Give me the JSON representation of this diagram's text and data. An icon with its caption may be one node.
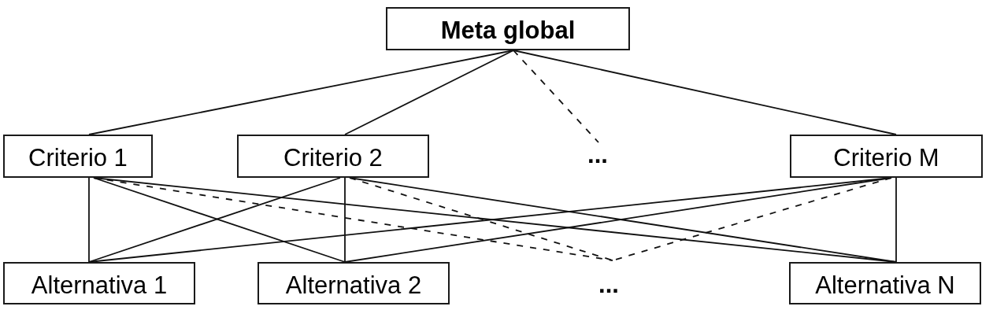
{
  "diagram": {
    "nodes": [
      {
        "text": [
          "Meta global"
        ]
      },
      {
        "text": [
          "Criterio 1"
        ]
      },
      {
        "text": [
          "Criterio 2"
        ]
      },
      {
        "text": [
          "..."
        ]
      },
      {
        "text": [
          "Criterio M"
        ]
      },
      {
        "text": [
          "Alternativa 1"
        ]
      },
      {
        "text": [
          "Alternativa 2"
        ]
      },
      {
        "text": [
          "..."
        ]
      },
      {
        "text": [
          "Alternativa N"
        ]
      }
    ],
    "edges": [
      {
        "from": 0,
        "to": 1,
        "arrow": "none"
      },
      {
        "from": 0,
        "to": 2,
        "arrow": "none"
      },
      {
        "from": 0,
        "to": 3,
        "arrow": "none",
        "style": "dashed"
      },
      {
        "from": 0,
        "to": 4,
        "arrow": "none"
      },
      {
        "from": 1,
        "to": 5,
        "arrow": "none"
      },
      {
        "from": 1,
        "to": 6,
        "arrow": "none"
      },
      {
        "from": 1,
        "to": 7,
        "arrow": "none",
        "style": "dashed"
      },
      {
        "from": 1,
        "to": 8,
        "arrow": "none"
      },
      {
        "from": 2,
        "to": 5,
        "arrow": "none"
      },
      {
        "from": 2,
        "to": 6,
        "arrow": "none"
      },
      {
        "from": 2,
        "to": 7,
        "arrow": "none",
        "style": "dashed"
      },
      {
        "from": 2,
        "to": 8,
        "arrow": "none"
      },
      {
        "from": 4,
        "to": 5,
        "arrow": "none"
      },
      {
        "from": 4,
        "to": 6,
        "arrow": "none"
      },
      {
        "from": 4,
        "to": 7,
        "arrow": "none",
        "style": "dashed"
      },
      {
        "from": 4,
        "to": 8,
        "arrow": "none"
      }
    ]
  }
}
